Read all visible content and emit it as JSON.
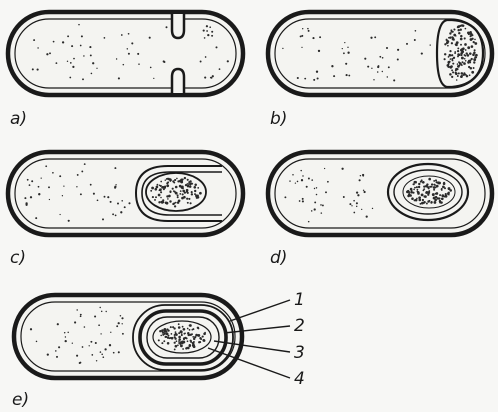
{
  "figure": {
    "panels": [
      {
        "id": "a",
        "label": "a)"
      },
      {
        "id": "b",
        "label": "b)"
      },
      {
        "id": "c",
        "label": "c)"
      },
      {
        "id": "d",
        "label": "d)"
      },
      {
        "id": "e",
        "label": "e)"
      }
    ],
    "callouts": [
      "1",
      "2",
      "3",
      "4"
    ]
  },
  "colors": {
    "ink": "#1a1a1a",
    "cell_fill": "#f4f4f1",
    "stipple": "#2a2a2a"
  }
}
